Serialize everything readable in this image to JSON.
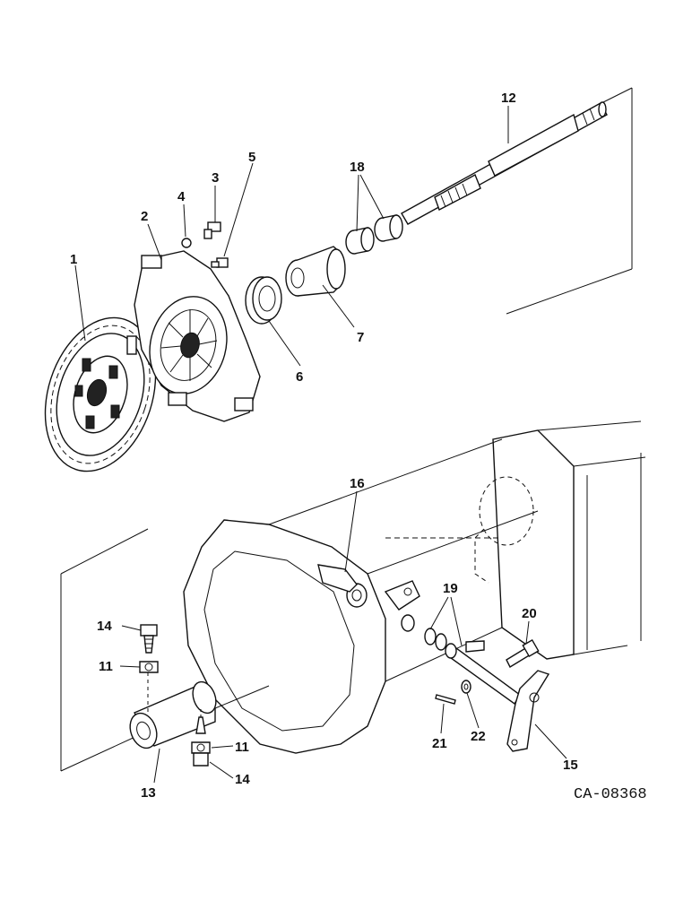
{
  "diagram": {
    "reference_code": "CA-08368",
    "callouts": [
      "1",
      "2",
      "3",
      "4",
      "5",
      "6",
      "7",
      "12",
      "18",
      "16",
      "19",
      "20",
      "14",
      "11",
      "13",
      "11",
      "14",
      "21",
      "22",
      "15"
    ]
  }
}
